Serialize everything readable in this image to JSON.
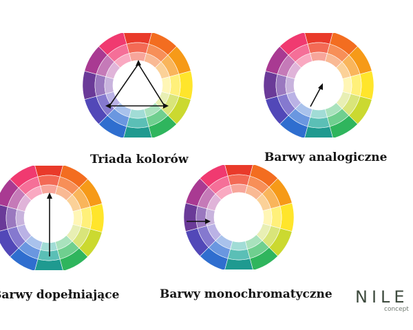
{
  "wheels": [
    {
      "caption": "Triada kolorów",
      "scheme": "triad"
    },
    {
      "caption": "Barwy analogiczne",
      "scheme": "analogous"
    },
    {
      "caption": "Barwy dopełniające",
      "scheme": "complementary"
    },
    {
      "caption": "Barwy monochromatyczne",
      "scheme": "monochromatic"
    }
  ],
  "palette": {
    "outer": [
      "#e93a2a",
      "#f36d20",
      "#f69a18",
      "#ffe52b",
      "#cbd930",
      "#2fb55d",
      "#1f9a90",
      "#2f6ecf",
      "#5248b8",
      "#6a3a98",
      "#a93a92",
      "#f03a70"
    ],
    "middle": [
      "#f36a55",
      "#f78f58",
      "#f9b55b",
      "#fff07a",
      "#d9e57a",
      "#6fcf8f",
      "#5bbfb6",
      "#6a97e0",
      "#8579cf",
      "#9a78bf",
      "#c57ab8",
      "#f56f98"
    ],
    "inner": [
      "#f7a59a",
      "#f9b994",
      "#fbd198",
      "#fff6b6",
      "#e8efb4",
      "#a9e2bd",
      "#a1dcd6",
      "#a9c2ec",
      "#bab2e5",
      "#c8b3dd",
      "#e0b4d9",
      "#f9a9c1"
    ]
  },
  "logo": {
    "mark": "NILE",
    "sub": "concept"
  }
}
